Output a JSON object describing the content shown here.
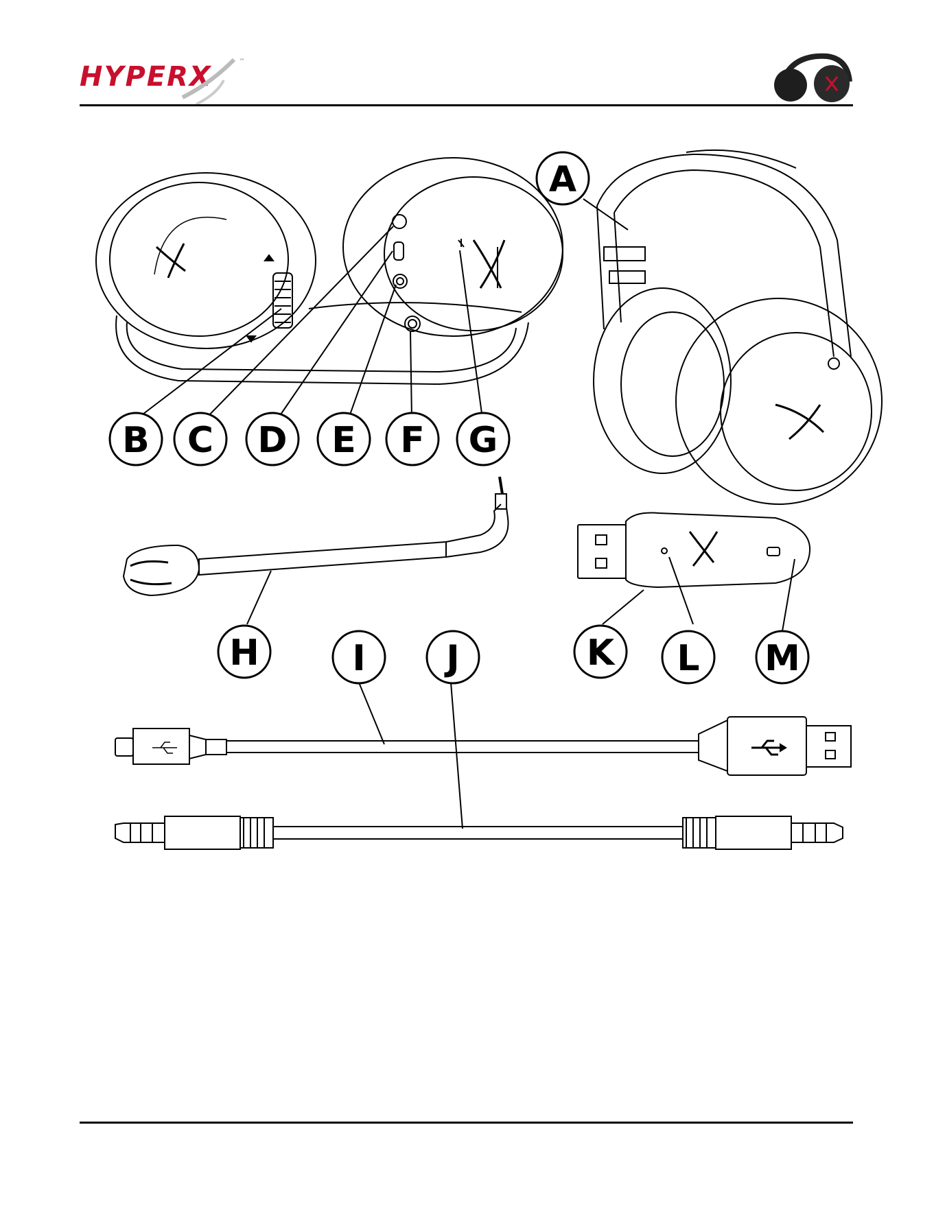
{
  "header": {
    "logo_text": "HYPERX",
    "logo_tm": "™"
  },
  "callouts": {
    "A": "A",
    "B": "B",
    "C": "C",
    "D": "D",
    "E": "E",
    "F": "F",
    "G": "G",
    "H": "H",
    "I": "I",
    "J": "J",
    "K": "K",
    "L": "L",
    "M": "M"
  },
  "colors": {
    "brand_red": "#c8102e",
    "line": "#000000"
  },
  "icons": {
    "header_product": "headset-photo-icon",
    "usb": "usb-trident-icon",
    "logo_mark": "hyperx-x-logo-icon"
  }
}
